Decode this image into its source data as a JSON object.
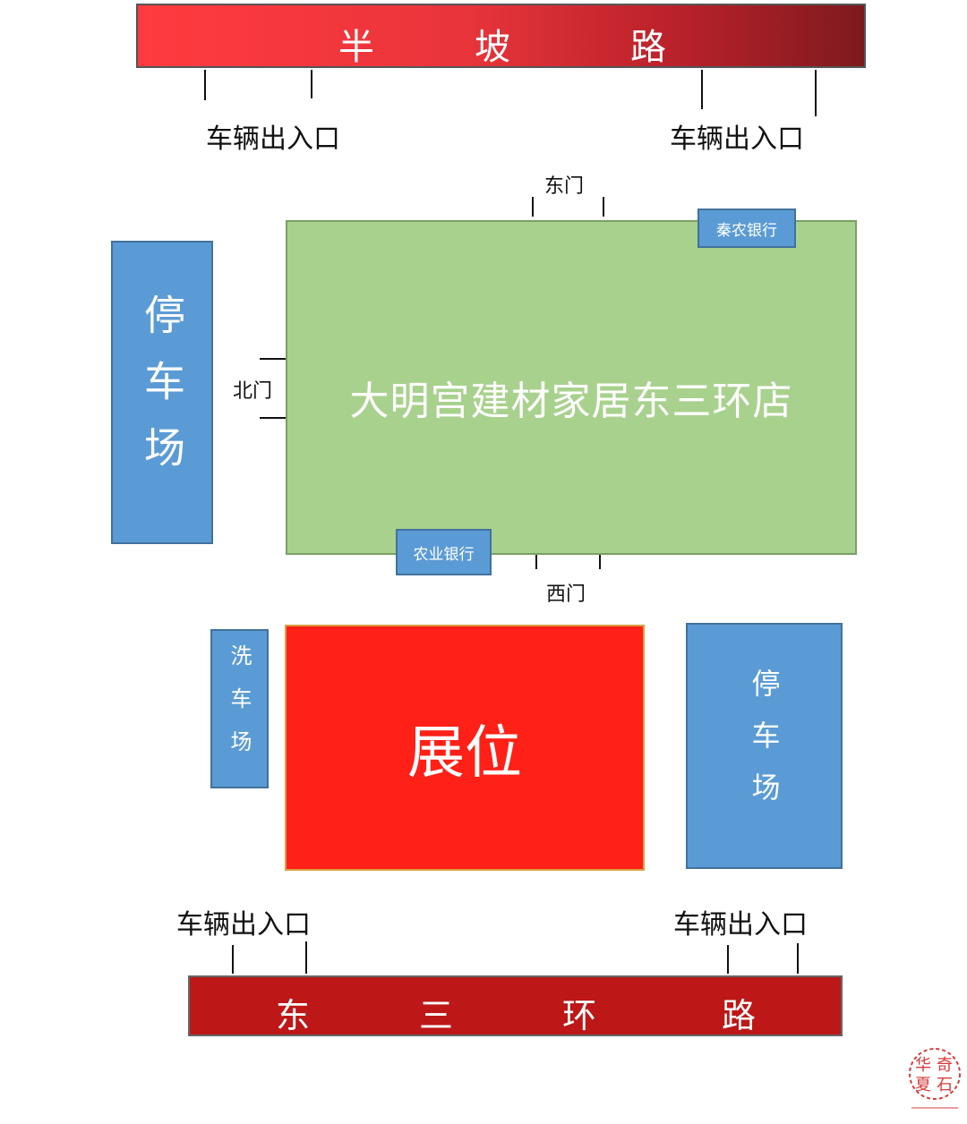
{
  "top_road": {
    "chars": [
      "半",
      "坡",
      "路"
    ]
  },
  "bottom_road": {
    "chars": [
      "东",
      "三",
      "环",
      "路"
    ]
  },
  "entrances": {
    "top_left": "车辆出入口",
    "top_right": "车辆出入口",
    "bottom_left": "车辆出入口",
    "bottom_right": "车辆出入口"
  },
  "gates": {
    "east": "东门",
    "north": "北门",
    "west": "西门"
  },
  "mall": {
    "name": "大明宫建材家居东三环店"
  },
  "banks": {
    "qinnong": "秦农银行",
    "nongye": "农业银行"
  },
  "parking_left": {
    "label": "停车场"
  },
  "parking_right": {
    "label": "停车场"
  },
  "car_wash": {
    "label": "洗车场"
  },
  "booth": {
    "label": "展位"
  },
  "colors": {
    "mall": "#a9d18e",
    "blue_boxes": "#5b9bd5",
    "booth": "#ff2018",
    "bottom_road": "#bd1717",
    "top_road_start": "#ff3b3f",
    "top_road_end": "#7d1a1e"
  },
  "watermark": {
    "text": "华夏奇石",
    "icon": "seal-logo-icon"
  }
}
